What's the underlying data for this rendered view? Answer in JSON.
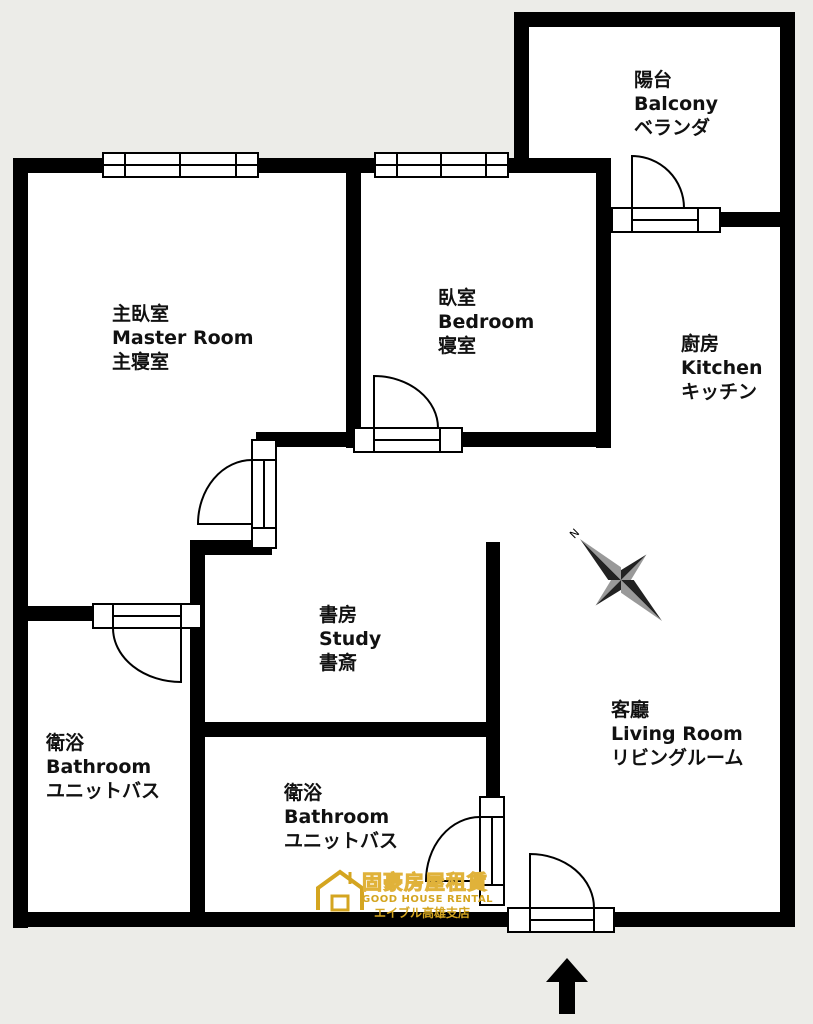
{
  "rooms": {
    "balcony": {
      "l1": "陽台",
      "l2": "Balcony",
      "l3": "ベランダ"
    },
    "master": {
      "l1": "主臥室",
      "l2": "Master Room",
      "l3": "主寝室"
    },
    "bedroom": {
      "l1": "臥室",
      "l2": "Bedroom",
      "l3": "寝室"
    },
    "kitchen": {
      "l1": "廚房",
      "l2": "Kitchen",
      "l3": "キッチン"
    },
    "study": {
      "l1": "書房",
      "l2": "Study",
      "l3": "書斎"
    },
    "living": {
      "l1": "客廳",
      "l2": "Living Room",
      "l3": "リビングルーム"
    },
    "bath_left": {
      "l1": "衛浴",
      "l2": "Bathroom",
      "l3": "ユニットバス"
    },
    "bath_center": {
      "l1": "衛浴",
      "l2": "Bathroom",
      "l3": "ユニットバス"
    }
  },
  "compass": {
    "north_label": "N"
  },
  "logo": {
    "chinese": "固豪房屋租賃",
    "english": "GOOD HOUSE RENTAL",
    "japanese": "エイブル高雄支店",
    "color": "#d4a520"
  },
  "colors": {
    "wall": "#000000",
    "floor": "#ffffff",
    "background": "#ecece8"
  },
  "entrance": {
    "icon": "entrance-arrow-icon"
  }
}
